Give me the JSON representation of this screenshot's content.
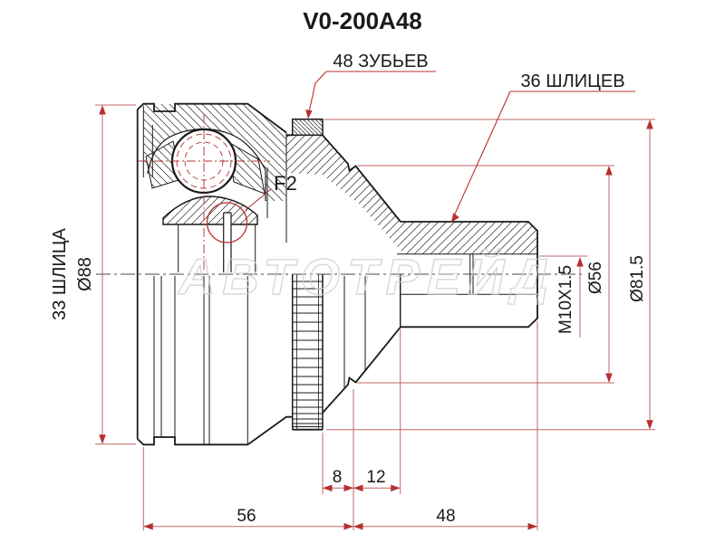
{
  "title": "V0-200A48",
  "callouts": {
    "teeth": "48 ЗУБЬЕВ",
    "outer_splines": "36 ШЛИЦЕВ",
    "inner_splines": "33 ШЛИЦА",
    "feature": "F2"
  },
  "dimensions": {
    "housing_diameter": "Ø88",
    "ring_diameter": "Ø81.5",
    "boot_seat_diameter": "Ø56",
    "thread": "M10X1.5",
    "len_8": "8",
    "len_12": "12",
    "len_56": "56",
    "len_48": "48"
  },
  "watermark": "АВТОТРЕЙД",
  "colors": {
    "line": "#1a1a1a",
    "dim_line": "#c46666",
    "accent_red": "#b53030",
    "watermark": "#cfcfcf"
  }
}
